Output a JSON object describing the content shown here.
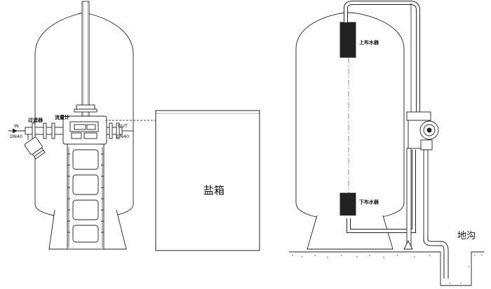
{
  "diagram": {
    "left_unit": {
      "label_strainer": "过滤器",
      "label_flow_meter": "流量计",
      "label_inlet": "IN",
      "label_inlet_size": "DN40",
      "label_outlet": "OUT",
      "label_outlet_size": "DN40"
    },
    "brine_tank_label": "盐箱",
    "right_unit": {
      "label_upper_distributor": "上布水器",
      "label_lower_distributor": "下布水器",
      "label_drain": "地沟"
    }
  }
}
